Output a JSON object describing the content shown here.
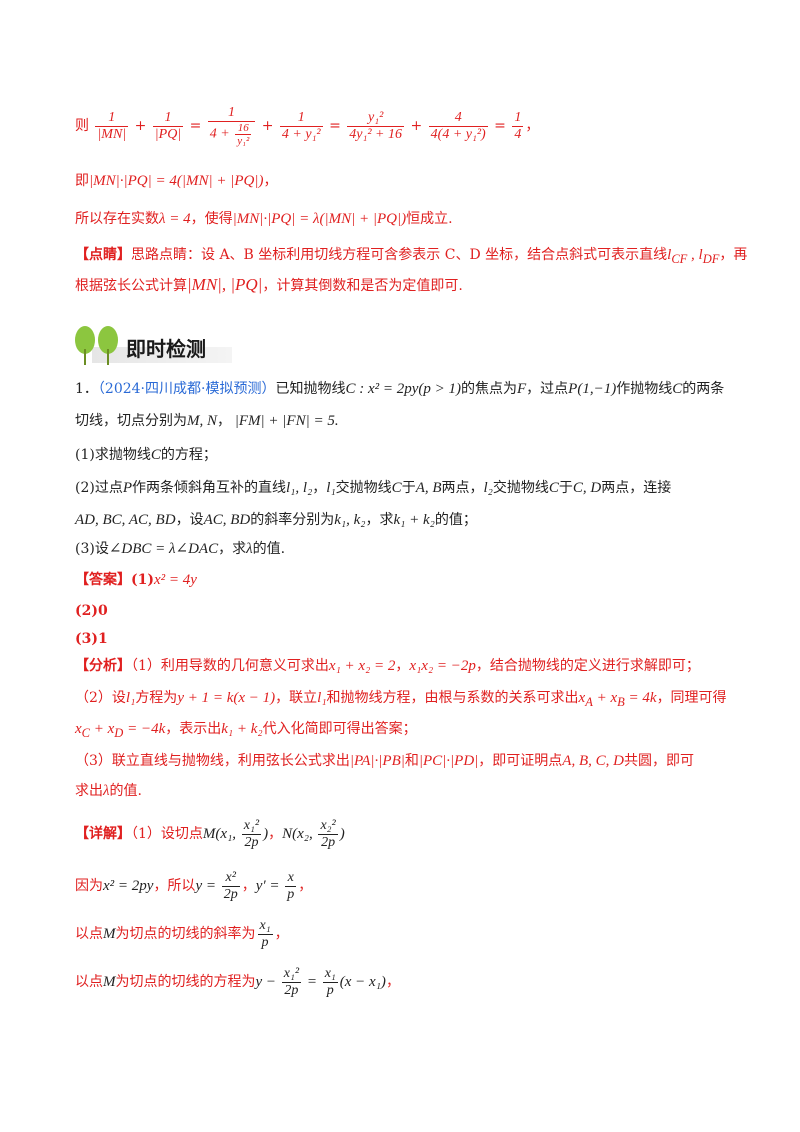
{
  "lines": {
    "l1_prefix": "则",
    "l1_tail": "，",
    "l2_prefix": "即",
    "l2_tail": "，",
    "l3_prefix": "所以存在实数",
    "l3_lambda": "λ = 4",
    "l3_mid": "，使得",
    "l3_tail": "恒成立.",
    "tip_tag": "【点睛】",
    "tip_text1": "思路点睛：设 A、B 坐标利用切线方程可含参表示 C、D 坐标，结合点斜式可表示直线",
    "tip_text1b": "，再",
    "tip_text2a": "根据弦长公式计算",
    "tip_text2b": "，计算其倒数和是否为定值即可."
  },
  "section": {
    "title": "即时检测"
  },
  "problem": {
    "number": "1．",
    "source": "（2024·四川成都·模拟预测）",
    "stem1a": "已知抛物线",
    "stem1b": "的焦点为",
    "stem1c": "，过点",
    "stem1d": "作抛物线",
    "stem1e": "的两条",
    "stem2a": "切线，切点分别为",
    "q1": "(1)求抛物线",
    "q1b": "的方程；",
    "q2a": "(2)过点",
    "q2b": "作两条倾斜角互补的直线",
    "q2c": "，",
    "q2d": "交抛物线",
    "q2e": "于",
    "q2f": "两点，",
    "q2g": "交抛物线",
    "q2h": "于",
    "q2i": "两点，连接",
    "q2j": "，设",
    "q2k": "的斜率分别为",
    "q2l": "，求",
    "q2m": "的值；",
    "q3a": "(3)设",
    "q3b": "，求",
    "q3c": "的值."
  },
  "answer": {
    "tag": "【答案】",
    "a1": "(1)",
    "a2": "(2)0",
    "a3": "(3)1"
  },
  "analysis": {
    "tag": "【分析】",
    "p1a": "（1）利用导数的几何意义可求出",
    "p1b": "，",
    "p1c": "，结合抛物线的定义进行求解即可；",
    "p2a": "（2）设",
    "p2b": "方程为",
    "p2c": "，联立",
    "p2d": "和抛物线方程，由根与系数的关系可求出",
    "p2e": "，同理可得",
    "p2f": "，表示出",
    "p2g": "代入化简即可得出答案；",
    "p3a": "（3）联立直线与抛物线，利用弦长公式求出",
    "p3b": "和",
    "p3c": "，即可证明点",
    "p3d": "共圆，即可",
    "p3e": "求出",
    "p3f": "的值."
  },
  "detail": {
    "tag": "【详解】",
    "d1a": "（1）设切点",
    "d1b": "，",
    "d2a": "因为",
    "d2b": "，所以",
    "d2c": "，",
    "d2d": "，",
    "d3a": "以点",
    "d3b": "为切点的切线的斜率为",
    "d3c": "，",
    "d4a": "以点",
    "d4b": "为切点的切线的方程为",
    "d4c": "，"
  },
  "colors": {
    "red": "#e02020",
    "blue": "#2a6ad6",
    "text": "#222222",
    "tree": "#8cc63f"
  },
  "icons": [
    "tree-icon"
  ]
}
